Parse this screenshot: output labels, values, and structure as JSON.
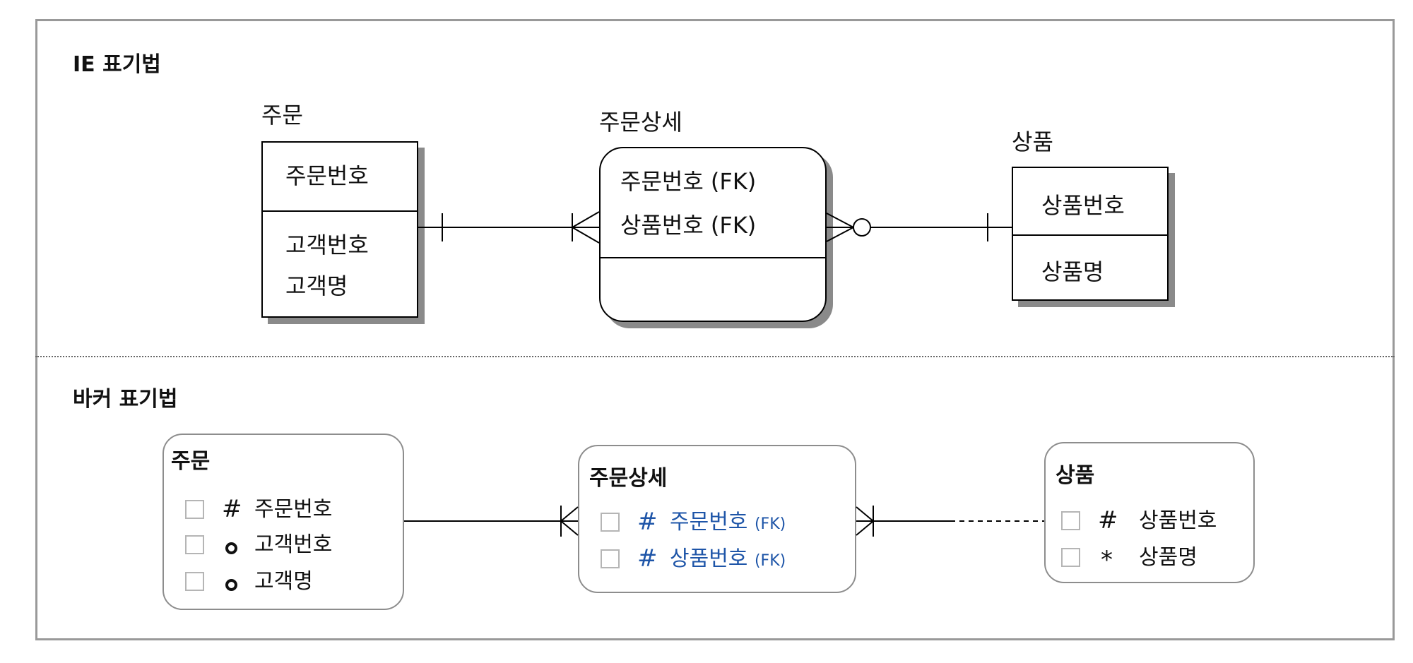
{
  "ie": {
    "title": "IE 표기법",
    "order": {
      "name": "주문",
      "pk": [
        "주문번호"
      ],
      "attributes": [
        "고객번호",
        "고객명"
      ]
    },
    "order_detail": {
      "name": "주문상세",
      "pk": [
        "주문번호 (FK)",
        "상품번호 (FK)"
      ],
      "attributes": []
    },
    "product": {
      "name": "상품",
      "pk": [
        "상품번호"
      ],
      "attributes": [
        "상품명"
      ]
    }
  },
  "barker": {
    "title": "바커 표기법",
    "order": {
      "name": "주문",
      "attributes": [
        {
          "symbol": "#",
          "label": "주문번호"
        },
        {
          "symbol": "o",
          "label": "고객번호"
        },
        {
          "symbol": "o",
          "label": "고객명"
        }
      ]
    },
    "order_detail": {
      "name": "주문상세",
      "attributes": [
        {
          "symbol": "#",
          "label": "주문번호",
          "tag": "(FK)"
        },
        {
          "symbol": "#",
          "label": "상품번호",
          "tag": "(FK)"
        }
      ]
    },
    "product": {
      "name": "상품",
      "attributes": [
        {
          "symbol": "#",
          "label": "상품번호"
        },
        {
          "symbol": "*",
          "label": "상품명"
        }
      ]
    }
  },
  "colors": {
    "fk_attribute": "#1e55a8",
    "shadow": "#8a8a8a",
    "frame": "#999999"
  }
}
